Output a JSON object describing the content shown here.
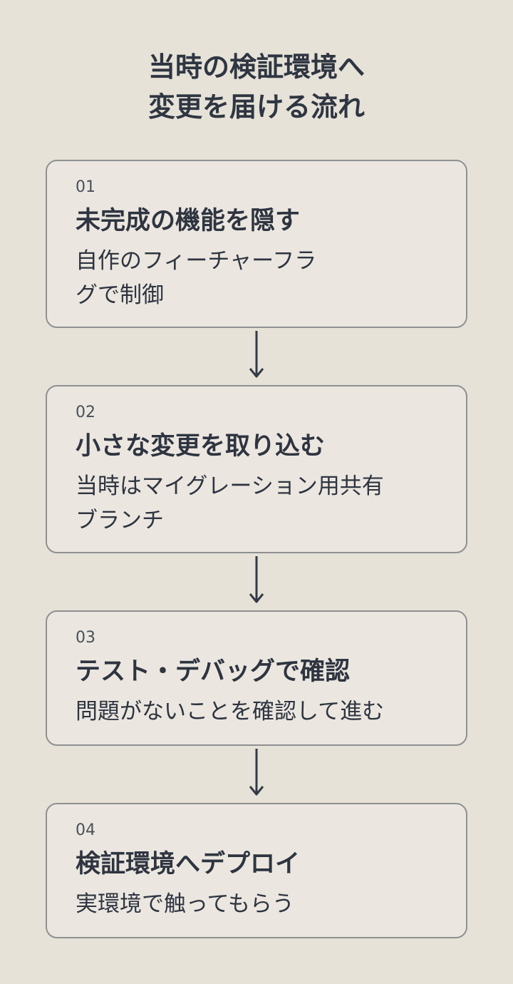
{
  "diagram": {
    "title_lines": [
      "当時の検証環境へ",
      "変更を届ける流れ"
    ],
    "steps": [
      {
        "number": "01",
        "title": "未完成の機能を隠す",
        "desc_lines": [
          "自作のフィーチャーフラ",
          "グで制御"
        ]
      },
      {
        "number": "02",
        "title": "小さな変更を取り込む",
        "desc_lines": [
          "当時はマイグレーション用共有",
          "ブランチ"
        ]
      },
      {
        "number": "03",
        "title": "テスト・デバッグで確認",
        "desc_lines": [
          "問題がないことを確認して進む"
        ]
      },
      {
        "number": "04",
        "title": "検証環境へデプロイ",
        "desc_lines": [
          "実環境で触ってもらう"
        ]
      }
    ]
  },
  "colors": {
    "background": "#e6e2d8",
    "card_fill": "#ebe7e0",
    "card_border": "#8f9092",
    "text": "#2e3440",
    "arrow": "#333a48"
  }
}
